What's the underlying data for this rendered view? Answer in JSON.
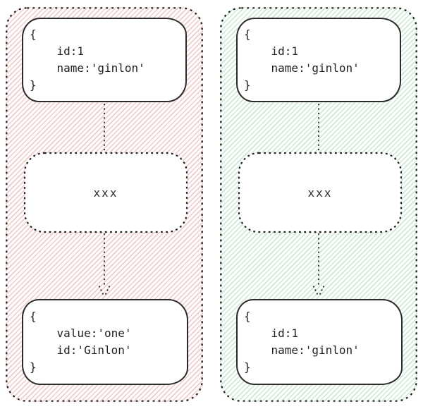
{
  "diagram": {
    "stroke_color": "#2b2b2b",
    "text_color": "#1e1e1e",
    "panels": [
      {
        "id": "left",
        "hatch_color": "#f2caca",
        "top_node_code": "{\n    id:1\n    name:'ginlon'\n}",
        "middle_node_label": "xxx",
        "bottom_node_code": "{\n    value:'one'\n    id:'Ginlon'\n}"
      },
      {
        "id": "right",
        "hatch_color": "#d1e9d5",
        "top_node_code": "{\n    id:1\n    name:'ginlon'\n}",
        "middle_node_label": "xxx",
        "bottom_node_code": "{\n    id:1\n    name:'ginlon'\n}"
      }
    ]
  }
}
